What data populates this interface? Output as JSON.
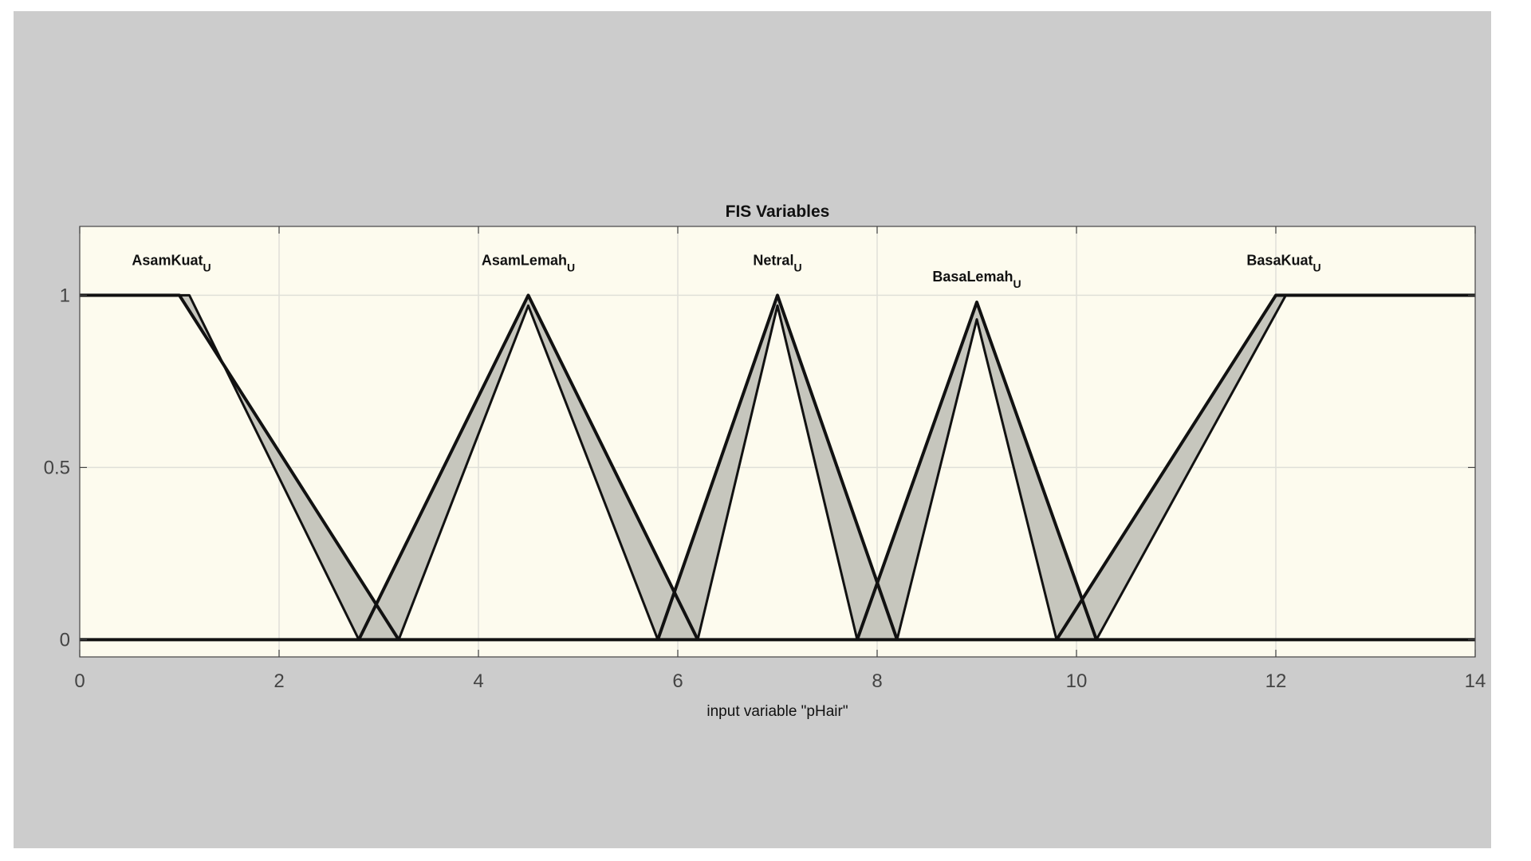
{
  "chart_data": {
    "type": "line",
    "title": "FIS Variables",
    "xlabel": "input variable \"pHair\"",
    "ylabel": "",
    "xlim": [
      0,
      14
    ],
    "ylim": [
      -0.05,
      1.2
    ],
    "xticks": [
      "0",
      "2",
      "4",
      "6",
      "8",
      "10",
      "12",
      "14"
    ],
    "yticks": [
      "0",
      "0.5",
      "1"
    ],
    "grid": true,
    "subscript_suffix": "U",
    "colors": {
      "background": "#cccccc",
      "plot_background": "#fdfbee",
      "band_fill": "#c6c6bd",
      "line": "#111111",
      "grid": "#e0e0d8"
    },
    "series": [
      {
        "name": "AsamKuat",
        "shape": "trapezoid",
        "upper": [
          [
            0,
            1
          ],
          [
            1,
            1
          ],
          [
            3.2,
            0
          ]
        ],
        "lower": [
          [
            0,
            1
          ],
          [
            1.1,
            1
          ],
          [
            2.8,
            0
          ]
        ]
      },
      {
        "name": "AsamLemah",
        "shape": "triangle",
        "upper": [
          [
            2.8,
            0
          ],
          [
            4.5,
            1
          ],
          [
            6.2,
            0
          ]
        ],
        "lower": [
          [
            3.2,
            0
          ],
          [
            4.5,
            0.97
          ],
          [
            5.8,
            0
          ]
        ]
      },
      {
        "name": "Netral",
        "shape": "triangle",
        "upper": [
          [
            5.8,
            0
          ],
          [
            7,
            1
          ],
          [
            8.2,
            0
          ]
        ],
        "lower": [
          [
            6.2,
            0
          ],
          [
            7,
            0.97
          ],
          [
            7.8,
            0
          ]
        ]
      },
      {
        "name": "BasaLemah",
        "shape": "triangle",
        "upper": [
          [
            7.8,
            0
          ],
          [
            9,
            0.98
          ],
          [
            10.2,
            0
          ]
        ],
        "lower": [
          [
            8.2,
            0
          ],
          [
            9,
            0.93
          ],
          [
            9.8,
            0
          ]
        ]
      },
      {
        "name": "BasaKuat",
        "shape": "trapezoid",
        "upper": [
          [
            9.8,
            0
          ],
          [
            12,
            1
          ],
          [
            14,
            1
          ]
        ],
        "lower": [
          [
            10.2,
            0
          ],
          [
            12.1,
            1
          ],
          [
            14,
            1
          ]
        ]
      }
    ]
  }
}
